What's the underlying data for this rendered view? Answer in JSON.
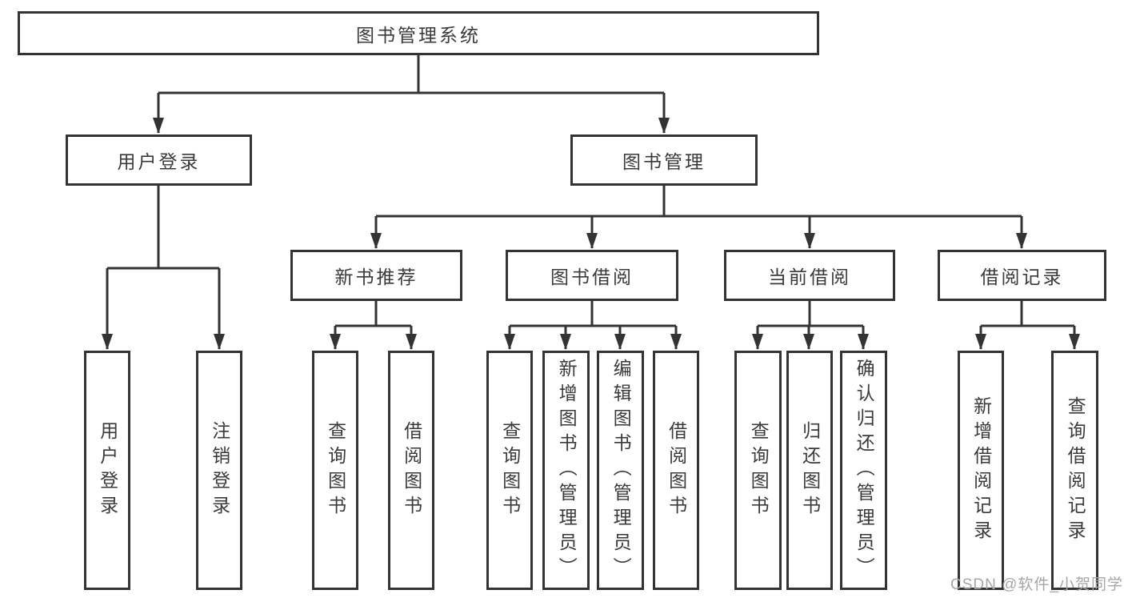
{
  "colors": {
    "background": "#ffffff",
    "line": "#333333",
    "box_border": "#333333",
    "text": "#3a3a3a",
    "watermark": "#a6a6a6"
  },
  "watermark": {
    "text": "CSDN @软件_小贺同学"
  },
  "tree": {
    "label": "图书管理系统",
    "children": [
      {
        "label": "用户登录",
        "children": [
          {
            "label": "用户登录"
          },
          {
            "label": "注销登录"
          }
        ]
      },
      {
        "label": "图书管理",
        "children": [
          {
            "label": "新书推荐",
            "children": [
              {
                "label": "查询图书"
              },
              {
                "label": "借阅图书"
              }
            ]
          },
          {
            "label": "图书借阅",
            "children": [
              {
                "label": "查询图书"
              },
              {
                "label": "新增图书（管理员）"
              },
              {
                "label": "编辑图书（管理员）"
              },
              {
                "label": "借阅图书"
              }
            ]
          },
          {
            "label": "当前借阅",
            "children": [
              {
                "label": "查询图书"
              },
              {
                "label": "归还图书"
              },
              {
                "label": "确认归还（管理员）"
              }
            ]
          },
          {
            "label": "借阅记录",
            "children": [
              {
                "label": "新增借阅记录"
              },
              {
                "label": "查询借阅记录"
              }
            ]
          }
        ]
      }
    ]
  }
}
